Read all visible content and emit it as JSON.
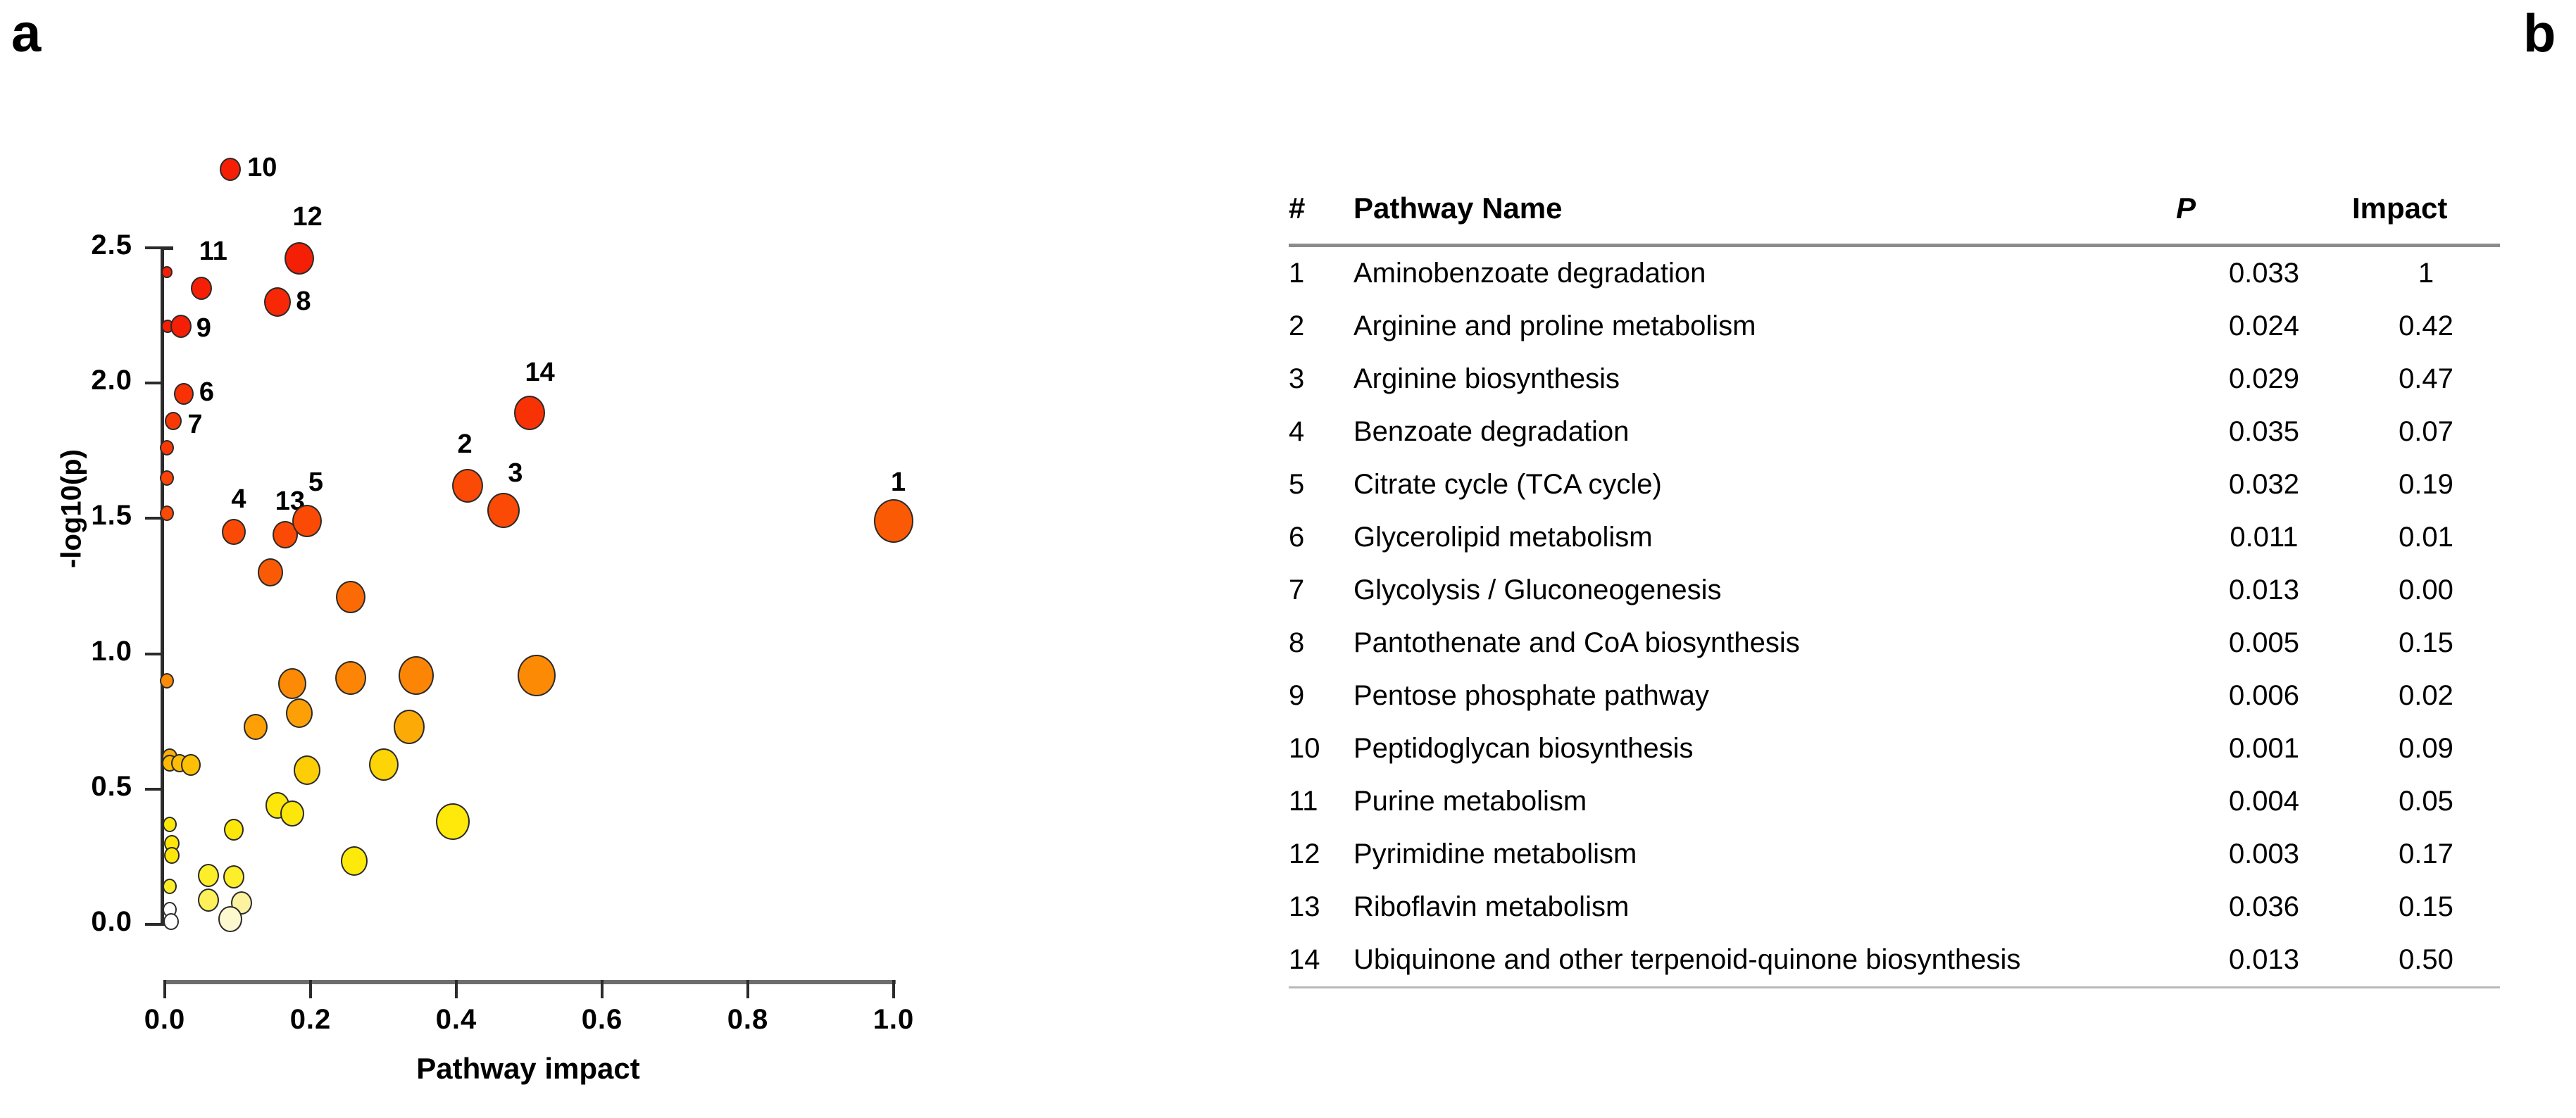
{
  "panels": {
    "a_letter": "a",
    "b_letter": "b"
  },
  "chart_data": {
    "type": "scatter",
    "title": "",
    "xlabel": "Pathway impact",
    "ylabel": "-log10(p)",
    "xlim": [
      0.0,
      1.0
    ],
    "ylim": [
      0.0,
      2.5
    ],
    "xticks": [
      "0.0",
      "0.2",
      "0.4",
      "0.6",
      "0.8",
      "1.0"
    ],
    "xtick_values": [
      0.0,
      0.2,
      0.4,
      0.6,
      0.8,
      1.0
    ],
    "yticks": [
      "0.0",
      "0.5",
      "1.0",
      "1.5",
      "2.0",
      "2.5"
    ],
    "ytick_values": [
      0.0,
      0.5,
      1.0,
      1.5,
      2.0,
      2.5
    ],
    "grid": false,
    "legend": "none",
    "colormap": "white-yellow-orange-red by -log10(p)",
    "size_encodes": "pathway impact",
    "points": [
      {
        "label": "10",
        "x": 0.09,
        "y": 2.79,
        "r": 15,
        "color": "#F51F05",
        "lx": 24,
        "ly": -22
      },
      {
        "label": "12",
        "x": 0.185,
        "y": 2.46,
        "r": 21,
        "color": "#F51F05",
        "lx": -10,
        "ly": -78
      },
      {
        "label": "11",
        "x": 0.05,
        "y": 2.35,
        "r": 15,
        "color": "#F51F05",
        "lx": -3,
        "ly": -72
      },
      {
        "label": "8",
        "x": 0.155,
        "y": 2.3,
        "r": 19,
        "color": "#F72805",
        "lx": 26,
        "ly": -20
      },
      {
        "label": "9",
        "x": 0.022,
        "y": 2.21,
        "r": 15,
        "color": "#F51F05",
        "lx": 22,
        "ly": -16
      },
      {
        "label": "6",
        "x": 0.026,
        "y": 1.96,
        "r": 14,
        "color": "#F83205",
        "lx": 22,
        "ly": -22
      },
      {
        "label": "7",
        "x": 0.012,
        "y": 1.86,
        "r": 12,
        "color": "#F93905",
        "lx": 20,
        "ly": -14
      },
      {
        "label": "14",
        "x": 0.5,
        "y": 1.89,
        "r": 22,
        "color": "#F83205",
        "lx": -6,
        "ly": -76
      },
      {
        "label": "2",
        "x": 0.415,
        "y": 1.62,
        "r": 22,
        "color": "#FA4A05",
        "lx": -14,
        "ly": -78
      },
      {
        "label": "3",
        "x": 0.465,
        "y": 1.53,
        "r": 23,
        "color": "#FA4A05",
        "lx": 6,
        "ly": -72
      },
      {
        "label": "4",
        "x": 0.095,
        "y": 1.45,
        "r": 17,
        "color": "#FA4A05",
        "lx": -4,
        "ly": -66
      },
      {
        "label": "13",
        "x": 0.165,
        "y": 1.44,
        "r": 18,
        "color": "#FA4A05",
        "lx": -14,
        "ly": -66
      },
      {
        "label": "5",
        "x": 0.195,
        "y": 1.49,
        "r": 21,
        "color": "#FA4A05",
        "lx": 2,
        "ly": -74
      },
      {
        "label": "1",
        "x": 1.0,
        "y": 1.49,
        "r": 28,
        "color": "#FB5A05",
        "lx": -4,
        "ly": -74
      }
    ],
    "unlabeled_points": [
      {
        "x": 0.003,
        "y": 2.41,
        "r": 8,
        "color": "#F51F05"
      },
      {
        "x": 0.004,
        "y": 2.21,
        "r": 9,
        "color": "#F51F05"
      },
      {
        "x": 0.003,
        "y": 1.76,
        "r": 10,
        "color": "#F93905"
      },
      {
        "x": 0.003,
        "y": 1.65,
        "r": 10,
        "color": "#FA4405"
      },
      {
        "x": 0.003,
        "y": 1.52,
        "r": 10,
        "color": "#FA4A05"
      },
      {
        "x": 0.003,
        "y": 0.9,
        "r": 10,
        "color": "#FC8A05"
      },
      {
        "x": 0.145,
        "y": 1.3,
        "r": 18,
        "color": "#FB5A05"
      },
      {
        "x": 0.255,
        "y": 1.21,
        "r": 21,
        "color": "#FB6A05"
      },
      {
        "x": 0.175,
        "y": 0.89,
        "r": 20,
        "color": "#FC8A05"
      },
      {
        "x": 0.255,
        "y": 0.91,
        "r": 22,
        "color": "#FC8505"
      },
      {
        "x": 0.345,
        "y": 0.92,
        "r": 25,
        "color": "#FC8505"
      },
      {
        "x": 0.51,
        "y": 0.92,
        "r": 27,
        "color": "#FC8A05"
      },
      {
        "x": 0.185,
        "y": 0.78,
        "r": 19,
        "color": "#FCA005"
      },
      {
        "x": 0.125,
        "y": 0.73,
        "r": 17,
        "color": "#FCA005"
      },
      {
        "x": 0.335,
        "y": 0.73,
        "r": 22,
        "color": "#FCAA05"
      },
      {
        "x": 0.007,
        "y": 0.62,
        "r": 11,
        "color": "#FCB005"
      },
      {
        "x": 0.007,
        "y": 0.595,
        "r": 11,
        "color": "#FDB805"
      },
      {
        "x": 0.02,
        "y": 0.595,
        "r": 12,
        "color": "#FDBC05"
      },
      {
        "x": 0.036,
        "y": 0.59,
        "r": 14,
        "color": "#FDC005"
      },
      {
        "x": 0.195,
        "y": 0.57,
        "r": 19,
        "color": "#FDCE05"
      },
      {
        "x": 0.3,
        "y": 0.59,
        "r": 21,
        "color": "#FDD405"
      },
      {
        "x": 0.395,
        "y": 0.38,
        "r": 24,
        "color": "#FEE90A"
      },
      {
        "x": 0.155,
        "y": 0.44,
        "r": 17,
        "color": "#FDE60A"
      },
      {
        "x": 0.175,
        "y": 0.41,
        "r": 17,
        "color": "#FDE60A"
      },
      {
        "x": 0.095,
        "y": 0.35,
        "r": 14,
        "color": "#FDE60A"
      },
      {
        "x": 0.007,
        "y": 0.37,
        "r": 10,
        "color": "#FDE60A"
      },
      {
        "x": 0.01,
        "y": 0.3,
        "r": 11,
        "color": "#FDE60A"
      },
      {
        "x": 0.01,
        "y": 0.255,
        "r": 11,
        "color": "#FDE60A"
      },
      {
        "x": 0.26,
        "y": 0.235,
        "r": 19,
        "color": "#FDEA0A"
      },
      {
        "x": 0.06,
        "y": 0.18,
        "r": 15,
        "color": "#FDEE2A"
      },
      {
        "x": 0.095,
        "y": 0.175,
        "r": 15,
        "color": "#FDEE2A"
      },
      {
        "x": 0.007,
        "y": 0.14,
        "r": 10,
        "color": "#FDEE2A"
      },
      {
        "x": 0.06,
        "y": 0.09,
        "r": 15,
        "color": "#FDF05A"
      },
      {
        "x": 0.105,
        "y": 0.08,
        "r": 15,
        "color": "#FDF2A0"
      },
      {
        "x": 0.007,
        "y": 0.055,
        "r": 10,
        "color": "#FFFFFF"
      },
      {
        "x": 0.009,
        "y": 0.01,
        "r": 11,
        "color": "#FFFFFF"
      },
      {
        "x": 0.09,
        "y": 0.02,
        "r": 17,
        "color": "#FEF8D0"
      }
    ]
  },
  "table": {
    "headers": {
      "num": "#",
      "name": "Pathway Name",
      "p": "P",
      "impact": "Impact"
    },
    "rows": [
      {
        "num": "1",
        "name": "Aminobenzoate degradation",
        "p": "0.033",
        "impact": "1"
      },
      {
        "num": "2",
        "name": "Arginine and proline metabolism",
        "p": "0.024",
        "impact": "0.42"
      },
      {
        "num": "3",
        "name": "Arginine biosynthesis",
        "p": "0.029",
        "impact": "0.47"
      },
      {
        "num": "4",
        "name": "Benzoate degradation",
        "p": "0.035",
        "impact": "0.07"
      },
      {
        "num": "5",
        "name": "Citrate cycle (TCA cycle)",
        "p": "0.032",
        "impact": "0.19"
      },
      {
        "num": "6",
        "name": "Glycerolipid metabolism",
        "p": "0.011",
        "impact": "0.01"
      },
      {
        "num": "7",
        "name": "Glycolysis / Gluconeogenesis",
        "p": "0.013",
        "impact": "0.00"
      },
      {
        "num": "8",
        "name": "Pantothenate and CoA biosynthesis",
        "p": "0.005",
        "impact": "0.15"
      },
      {
        "num": "9",
        "name": "Pentose phosphate pathway",
        "p": "0.006",
        "impact": "0.02"
      },
      {
        "num": "10",
        "name": "Peptidoglycan biosynthesis",
        "p": "0.001",
        "impact": "0.09"
      },
      {
        "num": "11",
        "name": "Purine metabolism",
        "p": "0.004",
        "impact": "0.05"
      },
      {
        "num": "12",
        "name": "Pyrimidine metabolism",
        "p": "0.003",
        "impact": "0.17"
      },
      {
        "num": "13",
        "name": "Riboflavin metabolism",
        "p": "0.036",
        "impact": "0.15"
      },
      {
        "num": "14",
        "name": "Ubiquinone and other terpenoid-quinone biosynthesis",
        "p": "0.013",
        "impact": "0.50"
      }
    ]
  }
}
